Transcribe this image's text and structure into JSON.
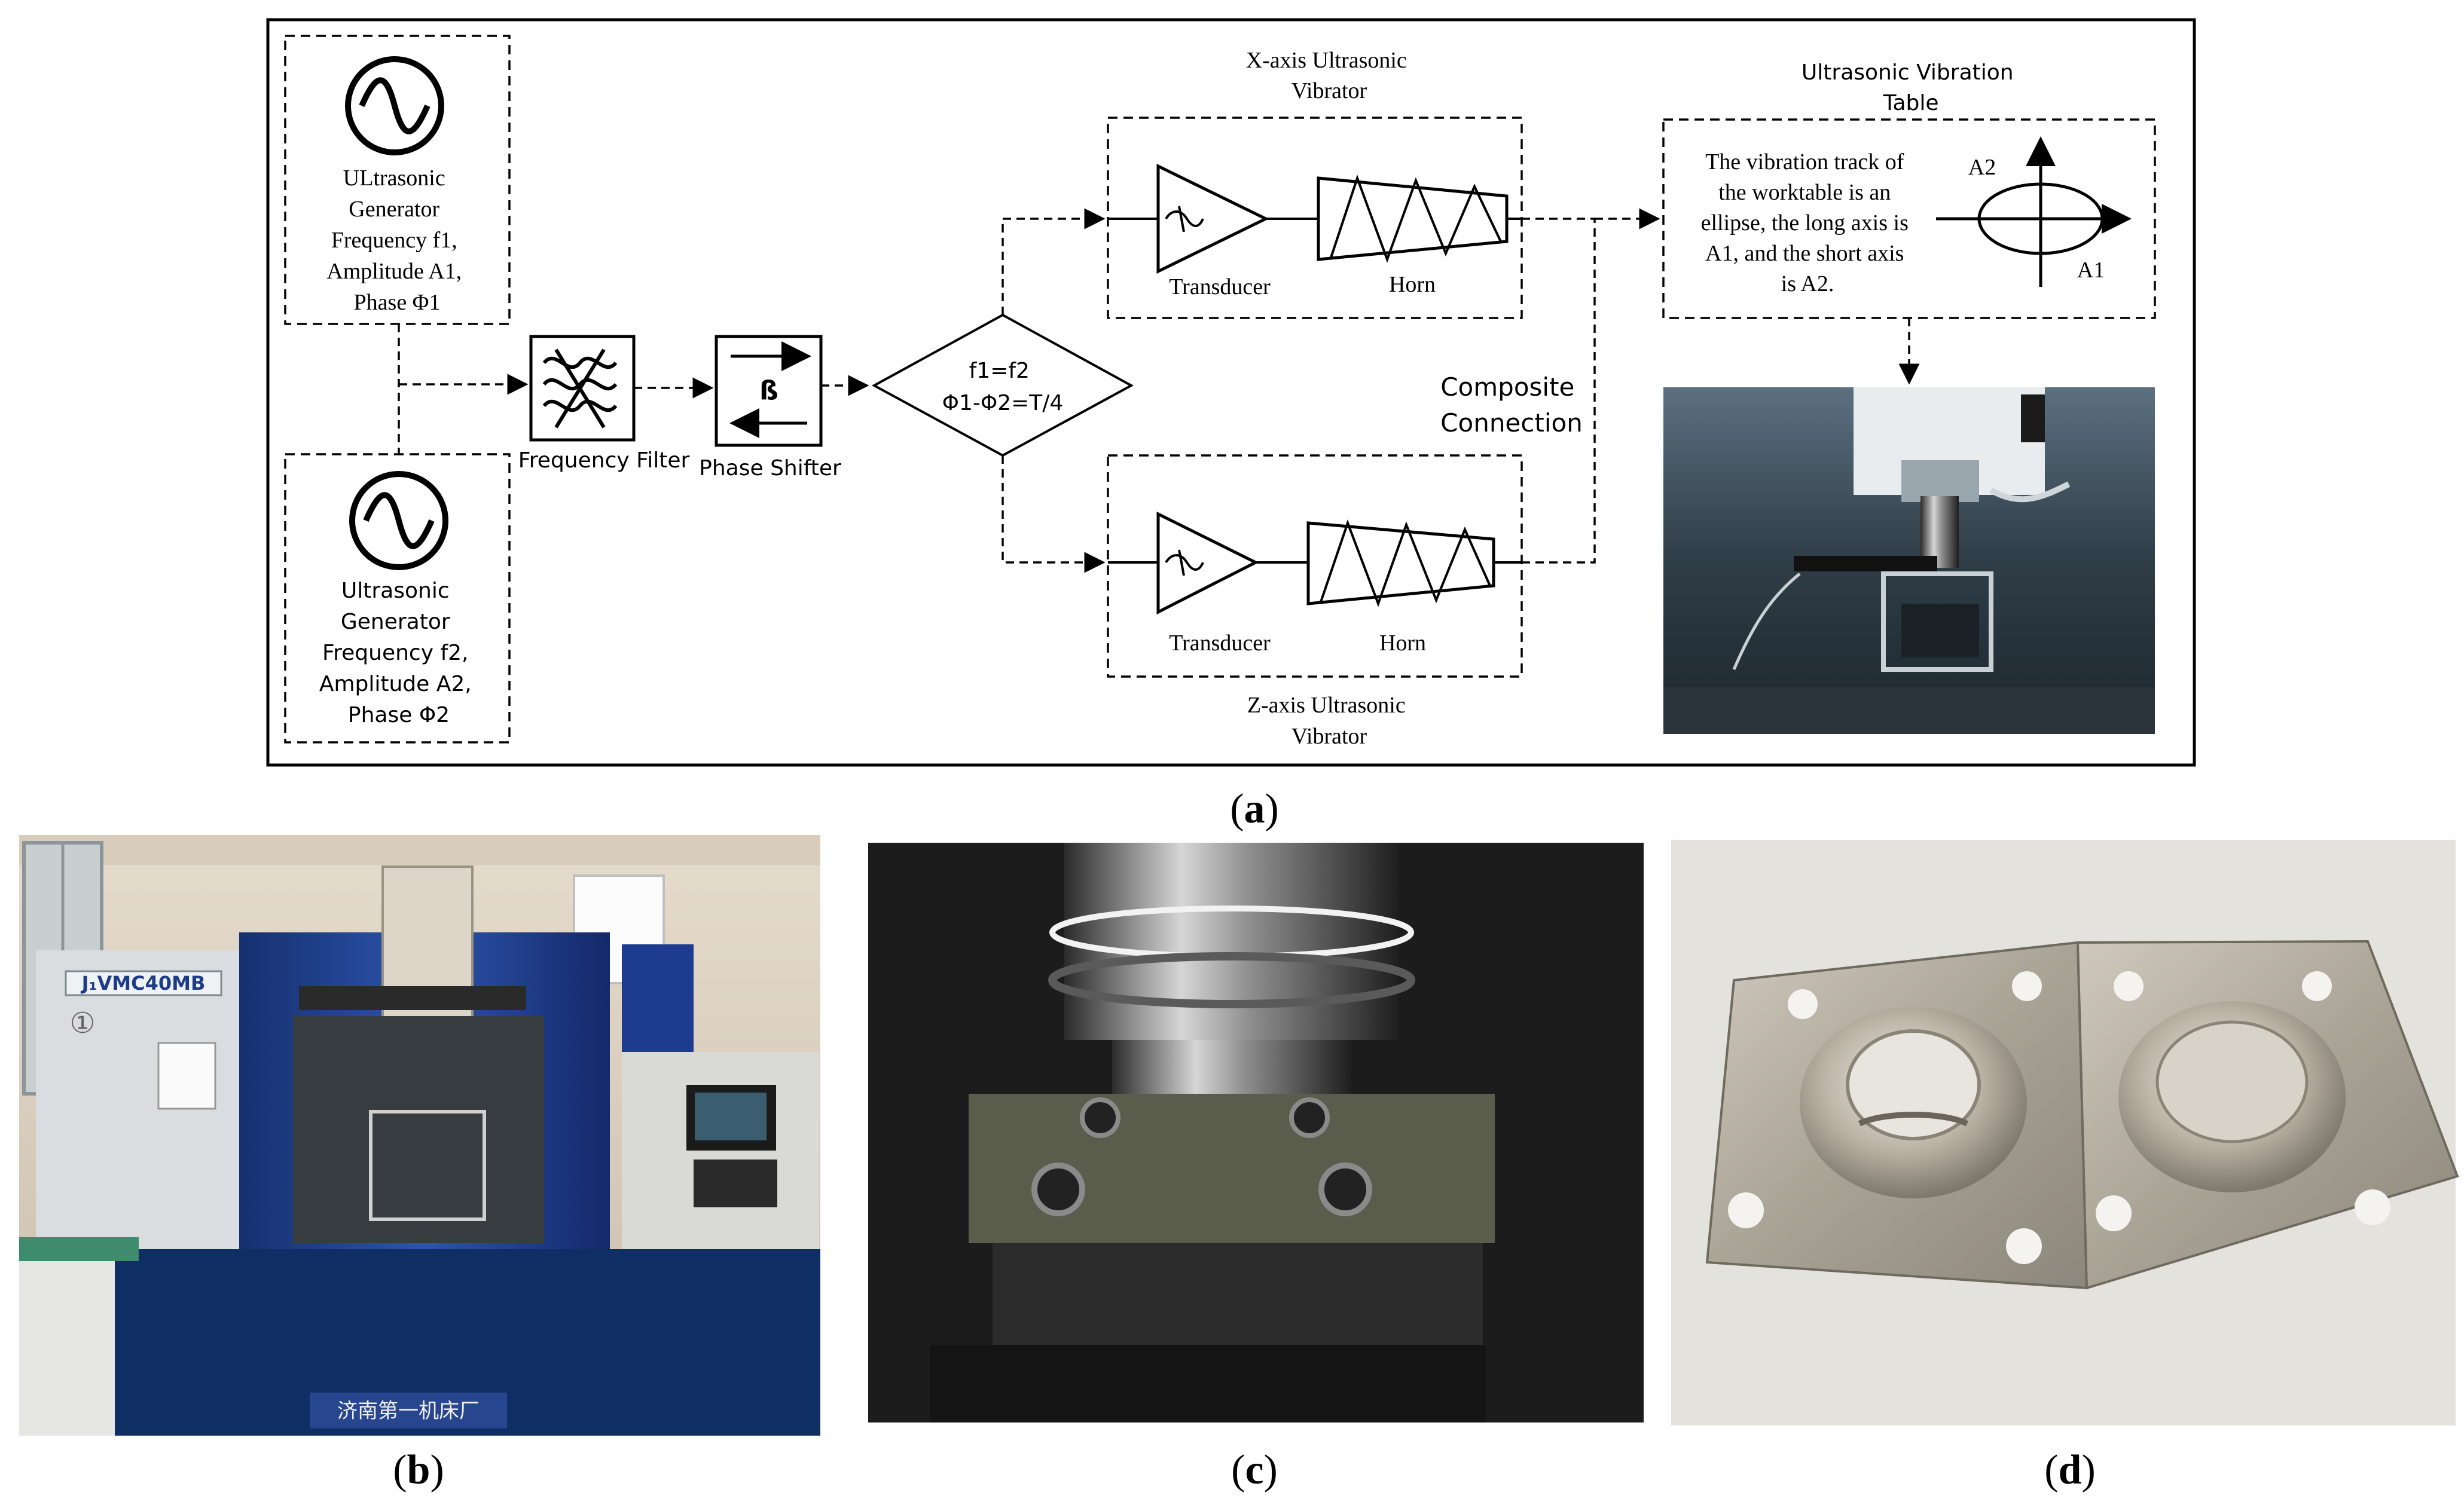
{
  "generator1": {
    "line1": "ULtrasonic",
    "line2": "Generator",
    "line3": "Frequency f1,",
    "line4": "Amplitude A1,",
    "line5": "Phase Φ1"
  },
  "generator2": {
    "line1": "Ultrasonic",
    "line2": "Generator",
    "line3": "Frequency f2,",
    "line4": "Amplitude A2,",
    "line5": "Phase Φ2"
  },
  "frequency_filter_label": "Frequency Filter",
  "phase_shifter": {
    "label": "Phase Shifter",
    "symbol": "ß"
  },
  "condition": {
    "line1": "f1=f2",
    "line2": "Φ1-Φ2=T/4"
  },
  "x_vibrator": {
    "title1": "X-axis Ultrasonic",
    "title2": "Vibrator",
    "transducer": "Transducer",
    "horn": "Horn"
  },
  "z_vibrator": {
    "title1": "Z-axis Ultrasonic",
    "title2": "Vibrator",
    "transducer": "Transducer",
    "horn": "Horn"
  },
  "composite": {
    "line1": "Composite",
    "line2": "Connection"
  },
  "vibration_table": {
    "title1": "Ultrasonic Vibration",
    "title2": "Table",
    "desc1": "The vibration track of",
    "desc2": "the worktable is an",
    "desc3": "ellipse, the long axis is",
    "desc4": "A1, and the short axis",
    "desc5": "is A2.",
    "axis_a2": "A2",
    "axis_a1": "A1"
  },
  "captions": {
    "a": "a",
    "b": "b",
    "c": "c",
    "d": "d"
  },
  "photo_text": {
    "machine_model": "J₁VMC40MB",
    "machine_badge": "①",
    "machine_banner": "济南第一机床厂"
  },
  "colors": {
    "line": "#000000",
    "machine_blue": "#1f3f8f",
    "photo_table_bg": "#3a4a55",
    "plate_metal": "#b9b2a5"
  }
}
